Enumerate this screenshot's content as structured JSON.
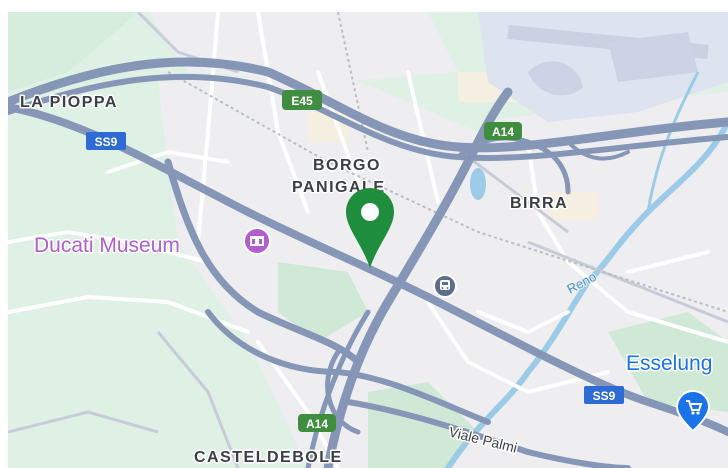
{
  "map": {
    "labels": {
      "la_pioppa": "LA PIOPPA",
      "borgo_line1": "BORGO",
      "borgo_line2": "PANIGALE",
      "birra": "BIRRA",
      "casteldebole": "CASTELDEBOLE",
      "ducati_museum": "Ducati Museum",
      "esselunga": "Esselung",
      "reno": "Reno",
      "viale_palmiro": "Viale Palmi"
    },
    "shields": {
      "e45": "E45",
      "a14_top": "A14",
      "a14_bottom": "A14",
      "ss9_left": "SS9",
      "ss9_right": "SS9"
    },
    "icons": {
      "museum": "museum-icon",
      "station": "train-station-icon",
      "shop": "shopping-cart-icon",
      "pin": "location-pin-icon"
    },
    "colors": {
      "green_area": "#dff0e4",
      "urban_area": "#eeeef0",
      "highway": "#8696b6",
      "road": "#ffffff",
      "river": "#9ccbe8",
      "airport": "#dde3ef",
      "shield_green": "#3f8e3f",
      "shield_blue": "#2f6bd4",
      "pin": "#1e8e3e",
      "museum": "#b05ed0",
      "shop": "#1a73e8",
      "station": "#5b6f8a"
    }
  }
}
